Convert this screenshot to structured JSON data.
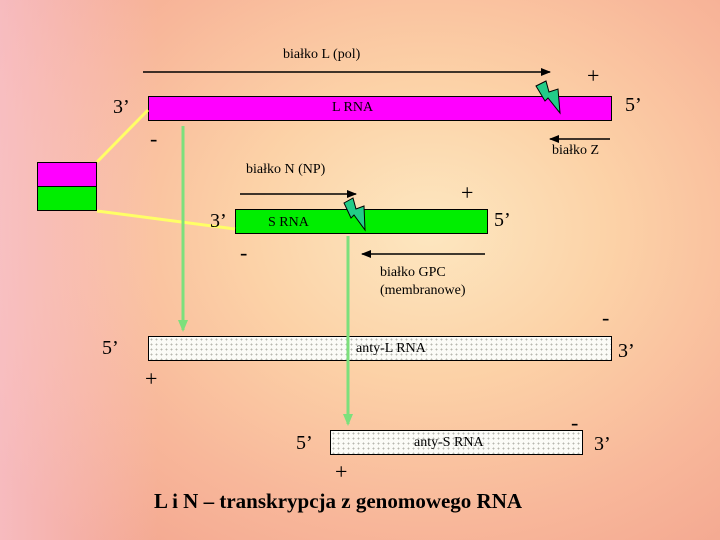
{
  "labels": {
    "protein_L": "białko L (pol)",
    "protein_N": "białko N (NP)",
    "protein_Z": "białko Z",
    "protein_GPC_line1": "białko GPC",
    "protein_GPC_line2": "(membranowe)",
    "L_RNA": "L RNA",
    "S_RNA": "S RNA",
    "anti_L_RNA": "anty-L RNA",
    "anti_S_RNA": "anty-S RNA",
    "title": "L i N – transkrypcja z genomowego RNA"
  },
  "ends": {
    "L_left": "3’",
    "L_right": "5’",
    "S_left": "3’",
    "S_right": "5’",
    "antiL_left": "5’",
    "antiL_right": "3’",
    "antiS_left": "5’",
    "antiS_right": "3’"
  },
  "signs": {
    "L_plus": "+",
    "L_minus": "-",
    "S_plus": "+",
    "S_minus": "-",
    "antiL_minus": "-",
    "antiL_plus": "+",
    "antiS_minus": "-",
    "antiS_plus": "+"
  },
  "colors": {
    "L_segment": "#ff00ff",
    "S_segment": "#00ee00",
    "transcription_arrow": "#7ce07c",
    "connector": "#ffff66",
    "hairpin": "#22cc88",
    "anti_fill": "#fbfbf7"
  },
  "icons": [
    "lightning-hairpin-icon",
    "arrow-right-icon",
    "arrow-left-icon",
    "arrow-down-icon"
  ]
}
